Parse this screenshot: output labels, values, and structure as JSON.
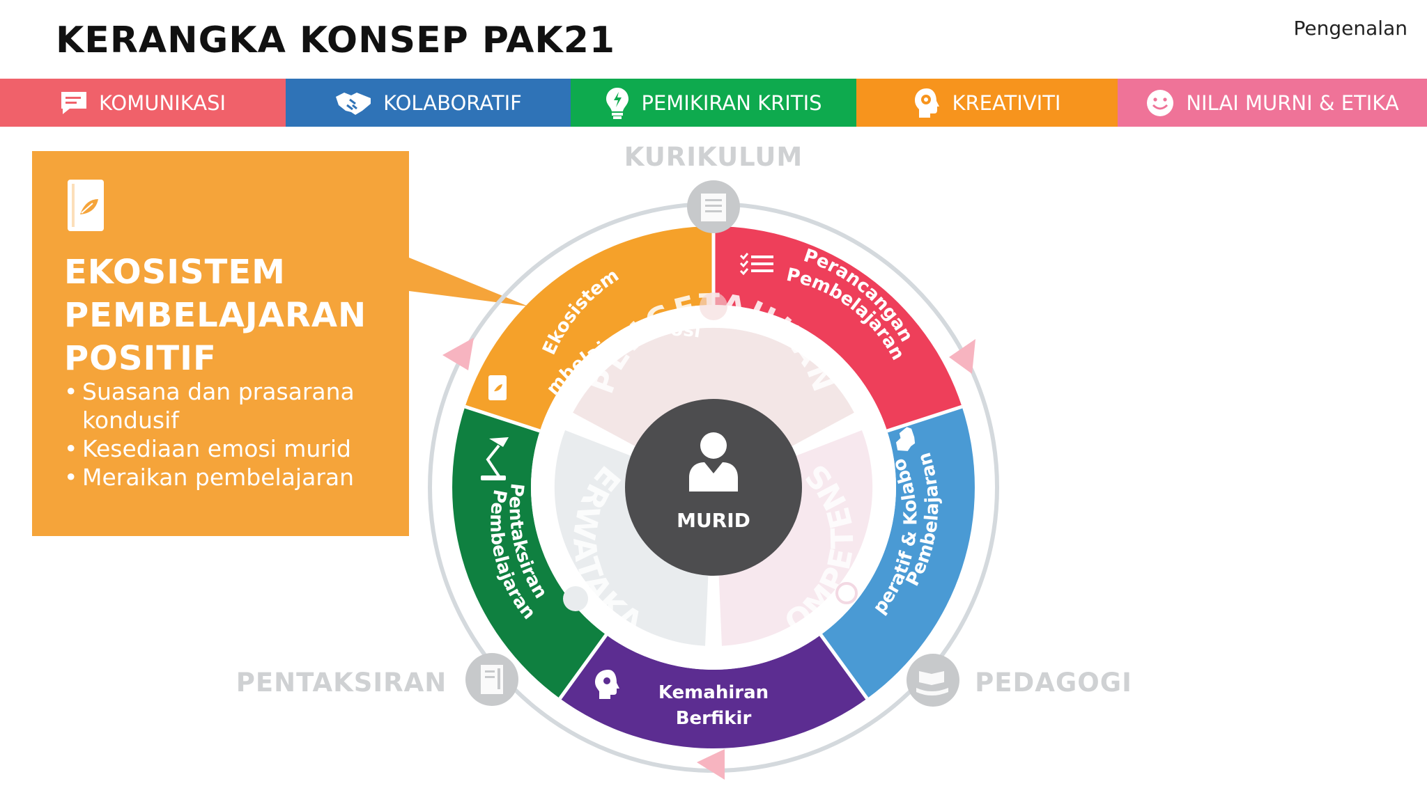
{
  "header": {
    "title": "KERANGKA KONSEP PAK21",
    "section": "Pengenalan"
  },
  "topbar": [
    {
      "label": "KOMUNIKASI",
      "color": "#f0616a",
      "icon": "chat-icon"
    },
    {
      "label": "KOLABORATIF",
      "color": "#2f73b7",
      "icon": "handshake-icon"
    },
    {
      "label": "PEMIKIRAN KRITIS",
      "color": "#0eaa4e",
      "icon": "lightbulb-icon"
    },
    {
      "label": "KREATIVITI",
      "color": "#f7941d",
      "icon": "head-gear-icon"
    },
    {
      "label": "NILAI MURNI & ETIKA",
      "color": "#ef7398",
      "icon": "smile-icon"
    }
  ],
  "callout": {
    "icon": "book-leaf-icon",
    "title_lines": [
      "EKOSISTEM",
      "PEMBELAJARAN",
      "POSITIF"
    ],
    "bullets": [
      "Suasana dan prasarana kondusif",
      "Kesediaan emosi murid",
      "Meraikan pembelajaran"
    ],
    "color": "#f5a43a"
  },
  "diagram": {
    "outer_labels": {
      "top": "KURIKULUM",
      "bottom_left": "PENTAKSIRAN",
      "bottom_right": "PEDAGOGI"
    },
    "outer_icons": [
      "document-icon",
      "notebook-icon",
      "book-hand-icon"
    ],
    "segments": [
      {
        "lines": [
          "Ekosistem",
          "Pembelajaran Positif"
        ],
        "color": "#f5a12a",
        "icon": "book-leaf-icon"
      },
      {
        "lines": [
          "Perancangan",
          "Pembelajaran"
        ],
        "color": "#ee3f5a",
        "icon": "checklist-icon"
      },
      {
        "lines": [
          "Pembelajaran",
          "Kooperatif & Kolaboratif"
        ],
        "color": "#4a9ad4",
        "icon": "handshake-icon"
      },
      {
        "lines": [
          "Kemahiran",
          "Berfikir"
        ],
        "color": "#5c2d91",
        "icon": "head-gear-icon"
      },
      {
        "lines": [
          "Pentaksiran",
          "Pembelajaran"
        ],
        "color": "#0f8040",
        "icon": "lamp-icon"
      }
    ],
    "inner_ring": [
      "PENGETAHUAN",
      "KOMPETENSI",
      "PERWATAKAN"
    ],
    "center_label": "MURID",
    "center_color": "#4d4d4f"
  }
}
